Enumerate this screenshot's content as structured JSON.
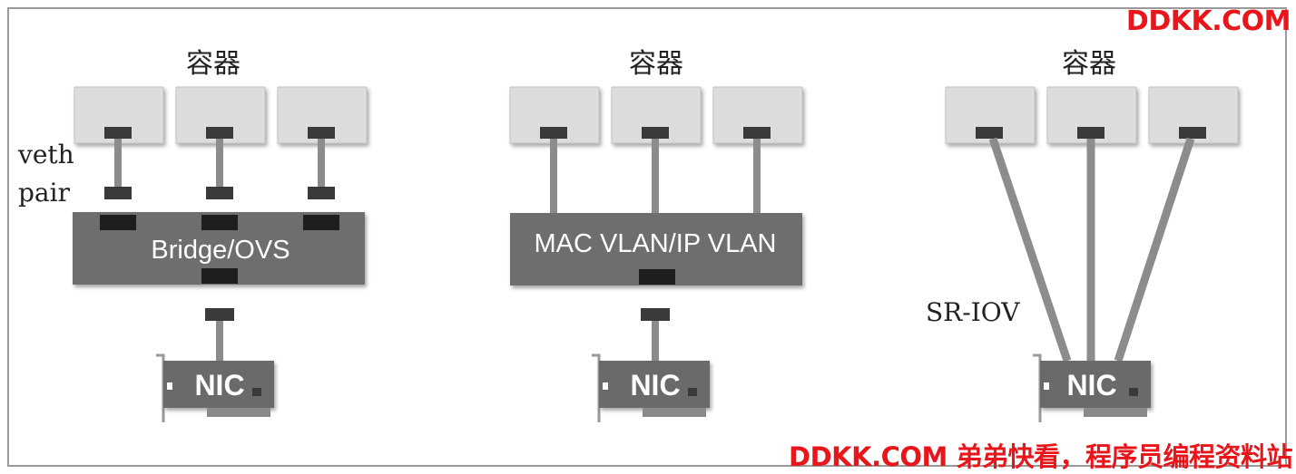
{
  "panels": [
    {
      "container_label": "容器",
      "side_label_line1": "veth",
      "side_label_line2": "pair",
      "switch_label": "Bridge/OVS",
      "nic_label": "NIC"
    },
    {
      "container_label": "容器",
      "switch_label": "MAC VLAN/IP VLAN",
      "nic_label": "NIC"
    },
    {
      "container_label": "容器",
      "side_label": "SR-IOV",
      "nic_label": "NIC"
    }
  ],
  "watermark": {
    "top": "DDKK.COM",
    "bottom": "DDKK.COM 弟弟快看，程序员编程资料站"
  },
  "colors": {
    "container_fill": "#dcdcdc",
    "switch_fill": "#6e6e6e",
    "port_fill": "#3a3a3a",
    "link_fill": "#8c8c8c",
    "nic_fill": "#6b6b6b",
    "watermark": "#e8161b"
  }
}
